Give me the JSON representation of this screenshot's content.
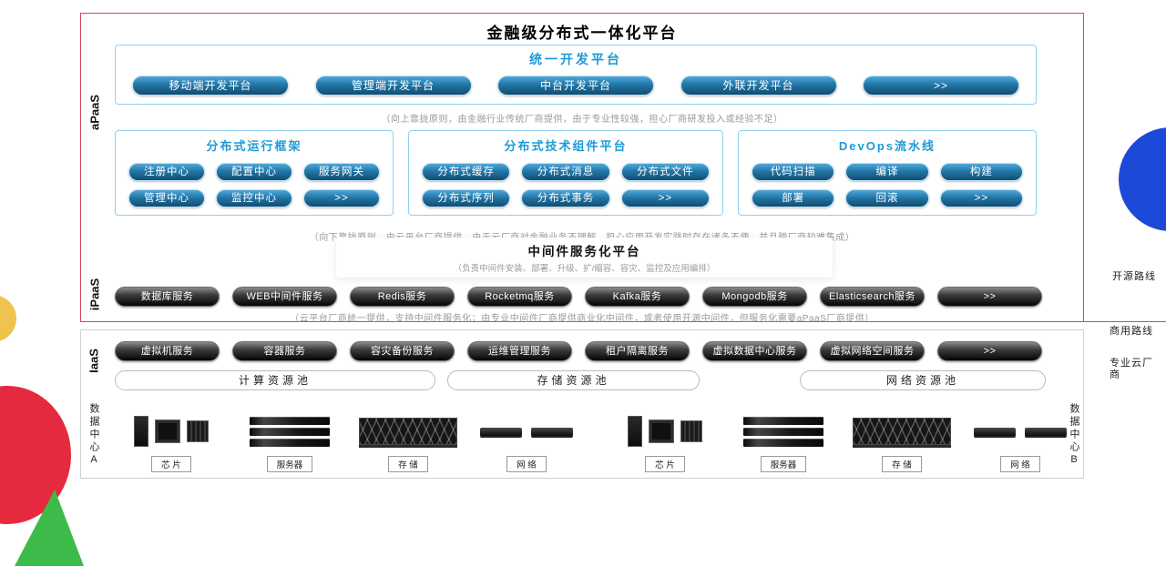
{
  "colors": {
    "accent_red": "#d9455f",
    "accent_blue": "#1b9ad6",
    "button_blue": "#2277a8",
    "button_dark": "#1a1a1a",
    "deco_blue": "#1d49d8",
    "deco_red": "#e5293e",
    "deco_green": "#3dbb4a",
    "deco_yellow": "#f0c34e"
  },
  "platform": {
    "title": "金融级分布式一体化平台"
  },
  "apaas": {
    "label": "aPaaS",
    "unified": {
      "title": "统一开发平台",
      "buttons": [
        "移动端开发平台",
        "管理端开发平台",
        "中台开发平台",
        "外联开发平台",
        ">>"
      ]
    },
    "note_top": "（向上靠拢原则，由金融行业传统厂商提供，由于专业性较强，担心厂商研发投入或经验不足）",
    "panels": [
      {
        "title": "分布式运行框架",
        "buttons": [
          "注册中心",
          "配置中心",
          "服务网关",
          "管理中心",
          "监控中心",
          ">>"
        ]
      },
      {
        "title": "分布式技术组件平台",
        "buttons": [
          "分布式缓存",
          "分布式消息",
          "分布式文件",
          "分布式序列",
          "分布式事务",
          ">>"
        ]
      },
      {
        "title": "DevOps流水线",
        "buttons": [
          "代码扫描",
          "编译",
          "构建",
          "部署",
          "回滚",
          ">>"
        ]
      }
    ],
    "note_bottom": "（向下靠拢原则，由云平台厂商提供，由于云厂商对金融业务不理解，担心应用开发实践时存在诸多不便，并且跨厂商较难集成）",
    "middleware": {
      "title": "中间件服务化平台",
      "note": "（负责中间件安装、部署、升级、扩/缩容、容灾、监控及应用编排）"
    }
  },
  "ipaas": {
    "label": "iPaaS",
    "buttons": [
      "数据库服务",
      "WEB中间件服务",
      "Redis服务",
      "Rocketmq服务",
      "Kafka服务",
      "Mongodb服务",
      "Elasticsearch服务",
      ">>"
    ],
    "note": "（云平台厂商统一提供，支持中间件服务化；由专业中间件厂商提供商业化中间件，或者使用开源中间件，但服务化需要aPaaS厂商提供）"
  },
  "routes": {
    "open_source": "开源路线",
    "commercial": "商用路线"
  },
  "iaas": {
    "label": "IaaS",
    "vendor": "专业云厂商",
    "buttons": [
      "虚拟机服务",
      "容器服务",
      "容灾备份服务",
      "运维管理服务",
      "租户隔离服务",
      "虚拟数据中心服务",
      "虚拟网络空间服务",
      ">>"
    ],
    "pools": [
      "计算资源池",
      "存储资源池",
      "网络资源池"
    ],
    "hw_labels": [
      "芯 片",
      "服务器",
      "存 储",
      "网 络"
    ],
    "datacenter_a": "数据中心A",
    "datacenter_b": "数据中心B"
  }
}
